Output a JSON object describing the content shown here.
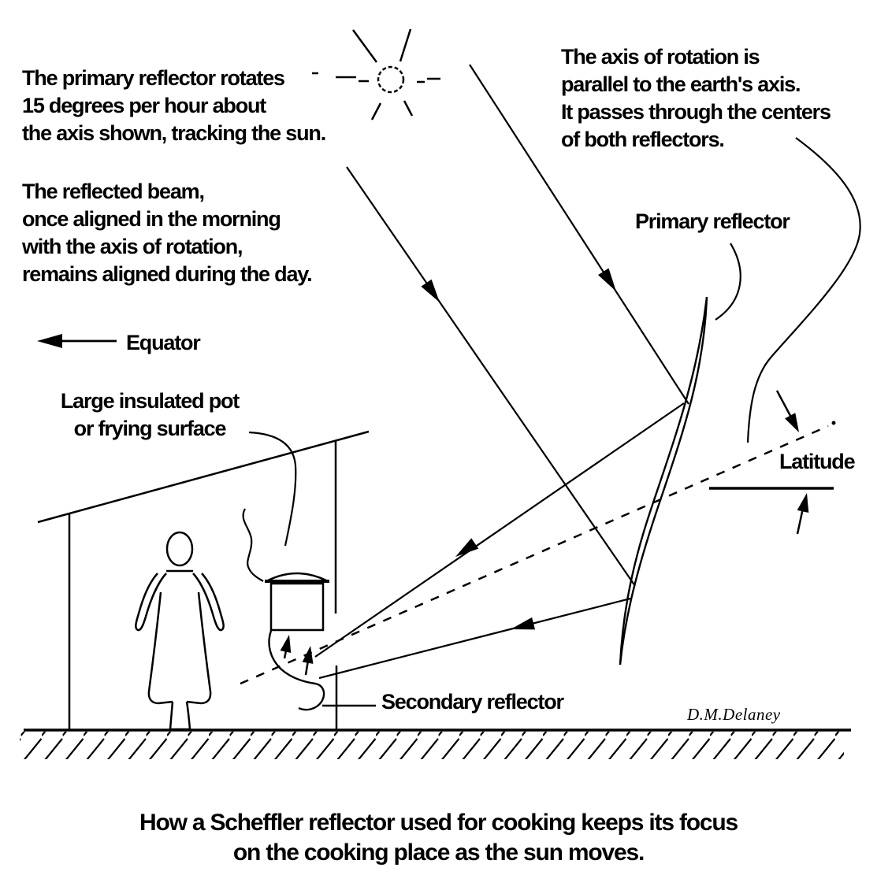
{
  "diagram": {
    "colors": {
      "ink": "#000000",
      "paper": "#ffffff"
    },
    "annotations": {
      "tracking": {
        "line1": "The primary reflector rotates",
        "line2": "15 degrees per hour about",
        "line3": "the axis shown, tracking the sun."
      },
      "axis": {
        "line1": "The axis of rotation is",
        "line2": "parallel to the earth's axis.",
        "line3": "It passes through the centers",
        "line4": "of both reflectors."
      },
      "beam": {
        "line1": "The reflected beam,",
        "line2": "once aligned in the morning",
        "line3": "with the axis of rotation,",
        "line4": "remains aligned during the day."
      }
    },
    "labels": {
      "equator": "Equator",
      "pot_line1": "Large insulated pot",
      "pot_line2": "or frying surface",
      "primary_reflector": "Primary reflector",
      "latitude": "Latitude",
      "secondary_reflector": "Secondary reflector"
    },
    "signature": "D.M.Delaney",
    "caption": {
      "line1": "How a Scheffler reflector used for cooking keeps its focus",
      "line2": "on the cooking place as the sun moves."
    }
  }
}
